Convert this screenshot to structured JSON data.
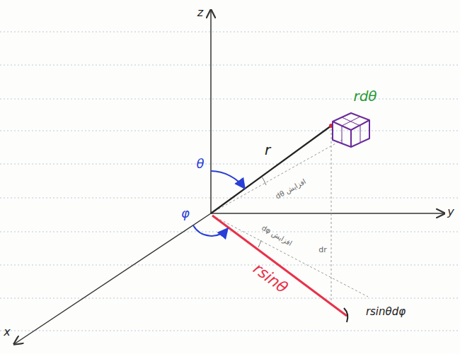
{
  "diagram": {
    "labels": [
      "z",
      "y",
      "x",
      "θ",
      "r",
      "rdθ",
      "افزایش dθ",
      "φ",
      "افزایش dφ",
      "rsinθ",
      "rsinθdφ",
      "dr"
    ]
  }
}
